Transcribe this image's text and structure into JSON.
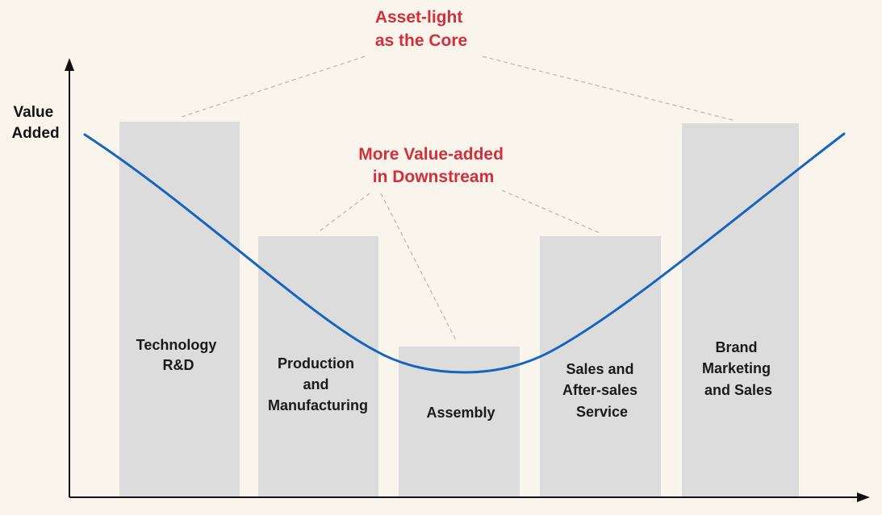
{
  "diagram": {
    "y_axis_label": [
      "Value",
      "Added"
    ],
    "stages": [
      {
        "label": [
          "Technology",
          "R&D"
        ],
        "value_level": "high"
      },
      {
        "label": [
          "Production",
          "and",
          "Manufacturing"
        ],
        "value_level": "medium"
      },
      {
        "label": [
          "Assembly"
        ],
        "value_level": "low"
      },
      {
        "label": [
          "Sales and",
          "After-sales",
          "Service"
        ],
        "value_level": "medium"
      },
      {
        "label": [
          "Brand",
          "Marketing",
          "and Sales"
        ],
        "value_level": "high"
      }
    ],
    "annotations": {
      "top": [
        "Asset-light",
        "as the Core"
      ],
      "middle": [
        "More Value-added",
        "in Downstream"
      ]
    },
    "colors": {
      "background": "#faf5ec",
      "bar": "#dcdcdc",
      "curve": "#1565c0",
      "annotation": "#d32f3a",
      "axis": "#111111",
      "leader": "#b5b5b5"
    }
  }
}
